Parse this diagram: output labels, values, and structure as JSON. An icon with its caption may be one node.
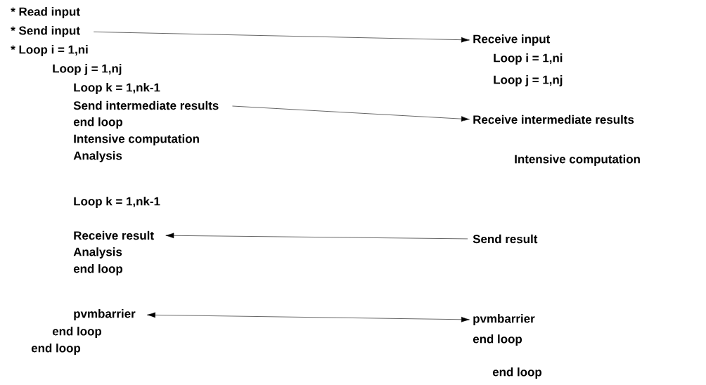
{
  "diagram": {
    "nodes": [
      {
        "text": [
          "* Send input"
        ]
      },
      {
        "text": [
          "Receive input"
        ]
      },
      {
        "text": [
          "Send intermediate results"
        ]
      },
      {
        "text": [
          "Receive intermediate results"
        ]
      },
      {
        "text": [
          "Receive result"
        ]
      },
      {
        "text": [
          "Send result"
        ]
      },
      {
        "text": [
          "pvmbarrier"
        ]
      },
      {
        "text": [
          "pvmbarrier"
        ]
      }
    ],
    "edges": [
      {
        "from": 0,
        "to": 1,
        "arrow": "to"
      },
      {
        "from": 2,
        "to": 3,
        "arrow": "to"
      },
      {
        "from": 5,
        "to": 4,
        "arrow": "to"
      },
      {
        "from": 6,
        "to": 7,
        "arrow": "both"
      }
    ],
    "labels": [
      "* Read input",
      "* Loop i = 1,ni",
      "Loop j = 1,nj",
      "Loop k = 1,nk-1",
      "end loop",
      "Intensive computation",
      "Analysis",
      "Loop k = 1,nk-1",
      "Analysis",
      "end loop",
      "end loop",
      "end loop",
      "Loop i = 1,ni",
      "Loop j = 1,nj",
      "Intensive computation",
      "end loop",
      "end loop"
    ]
  }
}
